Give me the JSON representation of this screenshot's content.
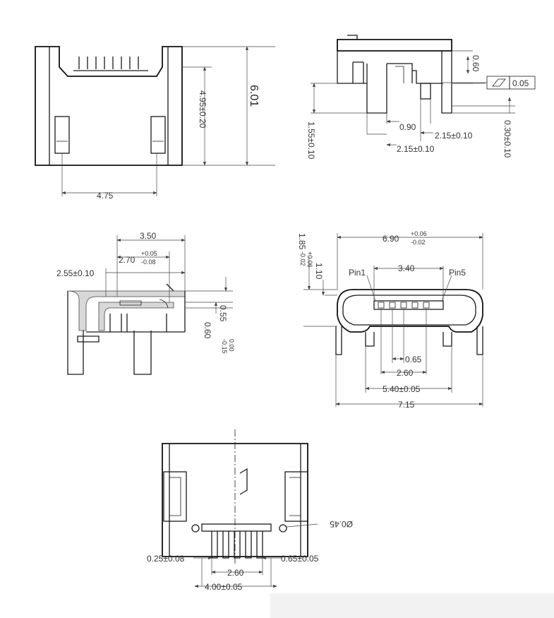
{
  "top_view": {
    "width": "4.75",
    "pin_height": "4.95±0.20",
    "total_height": "6.01"
  },
  "side_view": {
    "tab_h": "0.60",
    "flatness_value": "0.05",
    "pitch_090": "0.90",
    "offset_a": "2.15±0.10",
    "offset_b": "2.15±0.10",
    "leg_depth": "1.55±0.10",
    "thickness": "0.30±0.10"
  },
  "section_view": {
    "len": "3.50",
    "len2": "2.70",
    "len2_tol_up": "+0.05",
    "len2_tol_dn": "-0.08",
    "depth": "2.55±0.10",
    "h1": "0.55",
    "h1_tol_up": "0.00",
    "h1_tol_dn": "-0.15",
    "h2": "0.60"
  },
  "front_view": {
    "width": "6.90",
    "width_tol_up": "+0.06",
    "width_tol_dn": "-0.02",
    "height": "1.85",
    "height_tol_up": "+0.06",
    "height_tol_dn": "-0.02",
    "height_b": "1.10",
    "pin1": "Pin1",
    "pin5": "Pin5",
    "pin_span": "3.40",
    "pitch": "0.65",
    "span_260": "2.60",
    "span_540": "5.40±0.05",
    "span_715": "7.15"
  },
  "bottom_view": {
    "hole": "Ø0.45",
    "left_off": "0.25±0.08",
    "right_off": "0.65±0.05",
    "span_260": "2.60",
    "span_400": "4.00±0.05"
  }
}
